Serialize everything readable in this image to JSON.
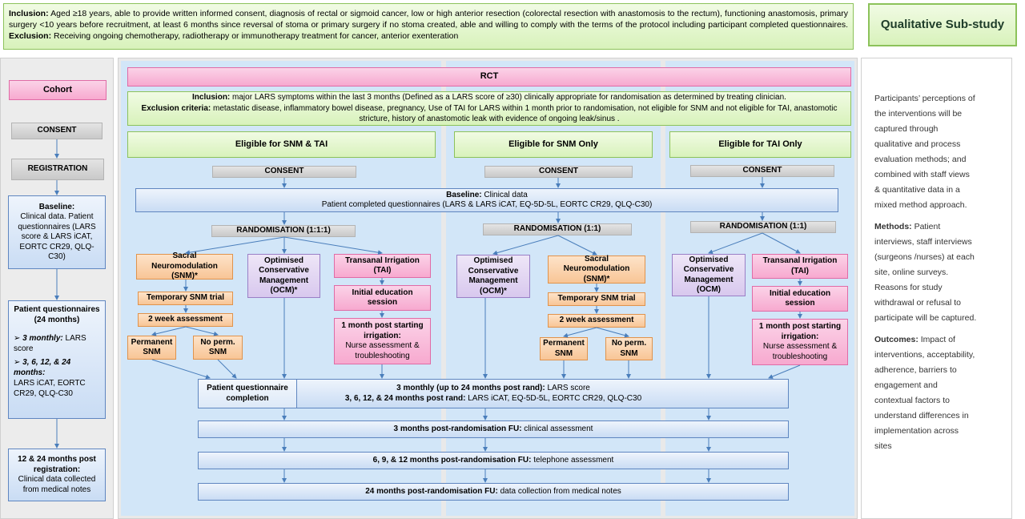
{
  "top": {
    "inclusion_label": "Inclusion:",
    "inclusion_text": " Aged ≥18 years, able to provide written informed consent, diagnosis of rectal or sigmoid cancer, low or high anterior resection (colorectal resection with anastomosis to the rectum), functioning anastomosis, primary surgery <10 years before recruitment, at least 6 months since reversal of stoma or primary surgery if no stoma created, able and willing to comply with the terms of the protocol including participant completed questionnaires. ",
    "exclusion_label": "Exclusion:",
    "exclusion_text": " Receiving ongoing chemotherapy, radiotherapy or immunotherapy treatment for cancer, anterior exenteration"
  },
  "qual_title": "Qualitative Sub-study",
  "cohort": {
    "title": "Cohort",
    "consent": "CONSENT",
    "registration": "REGISTRATION",
    "baseline_label": "Baseline:",
    "baseline_text": "Clinical data. Patient questionnaires (LARS score & LARS iCAT, EORTC CR29, QLQ-C30)",
    "pq_title": "Patient questionnaires (24 months)",
    "pq_item1_label": "3 monthly:",
    "pq_item1_text": " LARS score",
    "pq_item2_label": "3, 6, 12, & 24 months:",
    "pq_item2_text": "LARS iCAT, EORTC CR29, QLQ-C30",
    "followup_label": "12 & 24 months post registration:",
    "followup_text": "Clinical data collected from medical notes"
  },
  "rct": {
    "title": "RCT",
    "inclusion_label": "Inclusion:",
    "inclusion_text": " major LARS symptoms within the last 3 months (Defined as a LARS score of ≥30) clinically appropriate for randomisation as determined by treating clinician.",
    "exclusion_label": "Exclusion criteria:",
    "exclusion_text": " metastatic disease, inflammatory bowel disease, pregnancy, Use of TAI for LARS within 1 month prior to randomisation, not eligible for SNM and not eligible for TAI, anastomotic stricture, history of anastomotic leak with evidence of ongoing leak/sinus ."
  },
  "columns": {
    "a": "Eligible for SNM & TAI",
    "b": "Eligible for SNM Only",
    "c": "Eligible for TAI Only"
  },
  "consent": "CONSENT",
  "baseline": {
    "label": "Baseline:",
    "line1": " Clinical data",
    "line2": "Patient completed questionnaires (LARS & LARS iCAT, EQ-5D-5L, EORTC CR29, QLQ-C30)"
  },
  "rand": {
    "a": "RANDOMISATION (1:1:1)",
    "b": "RANDOMISATION (1:1)",
    "c": "RANDOMISATION (1:1)"
  },
  "snm": "Sacral Neuromodulation (SNM)*",
  "ocm_star": "Optimised Conservative Management (OCM)*",
  "ocm": "Optimised Conservative Management (OCM)",
  "tai": "Transanal Irrigation (TAI)",
  "temp_trial": "Temporary SNM trial",
  "two_week": "2 week assessment",
  "perm_snm": "Permanent SNM",
  "no_perm_snm": "No perm. SNM",
  "education": "Initial education session",
  "one_month_label": "1 month post starting irrigation:",
  "one_month_text": "Nurse assessment & troubleshooting",
  "pq_completion": "Patient questionnaire completion",
  "pq_line1_label": "3 monthly (up to 24 months post rand):",
  "pq_line1_text": " LARS score",
  "pq_line2_label": "3, 6, 12, & 24 months post rand:",
  "pq_line2_text": " LARS iCAT, EQ-5D-5L, EORTC CR29, QLQ-C30",
  "fu1_label": "3 months post-randomisation FU:",
  "fu1_text": " clinical assessment",
  "fu2_label": "6, 9, & 12 months post-randomisation FU:",
  "fu2_text": " telephone assessment",
  "fu3_label": "24 months post-randomisation FU:",
  "fu3_text": " data collection from medical notes",
  "qual": {
    "intro": "Participants’ perceptions of the interventions will be captured through qualitative and process evaluation methods; and combined with staff views & quantitative data in a mixed method approach.",
    "methods_label": "Methods:",
    "methods_text": " Patient interviews, staff interviews (surgeons /nurses) at each site, online surveys. Reasons for study withdrawal or refusal to participate will be captured.",
    "outcomes_label": "Outcomes:",
    "outcomes_text": " Impact of interventions, acceptability, adherence, barriers to engagement and contextual factors to understand differences in implementation across sites"
  },
  "colors": {
    "panel_blue": "#d2e6f8",
    "pink": "#f7a9cf",
    "orange": "#f8c596",
    "lavender": "#d8c8ee",
    "green": "#d8f2bb",
    "arrow": "#4a7ebb"
  }
}
